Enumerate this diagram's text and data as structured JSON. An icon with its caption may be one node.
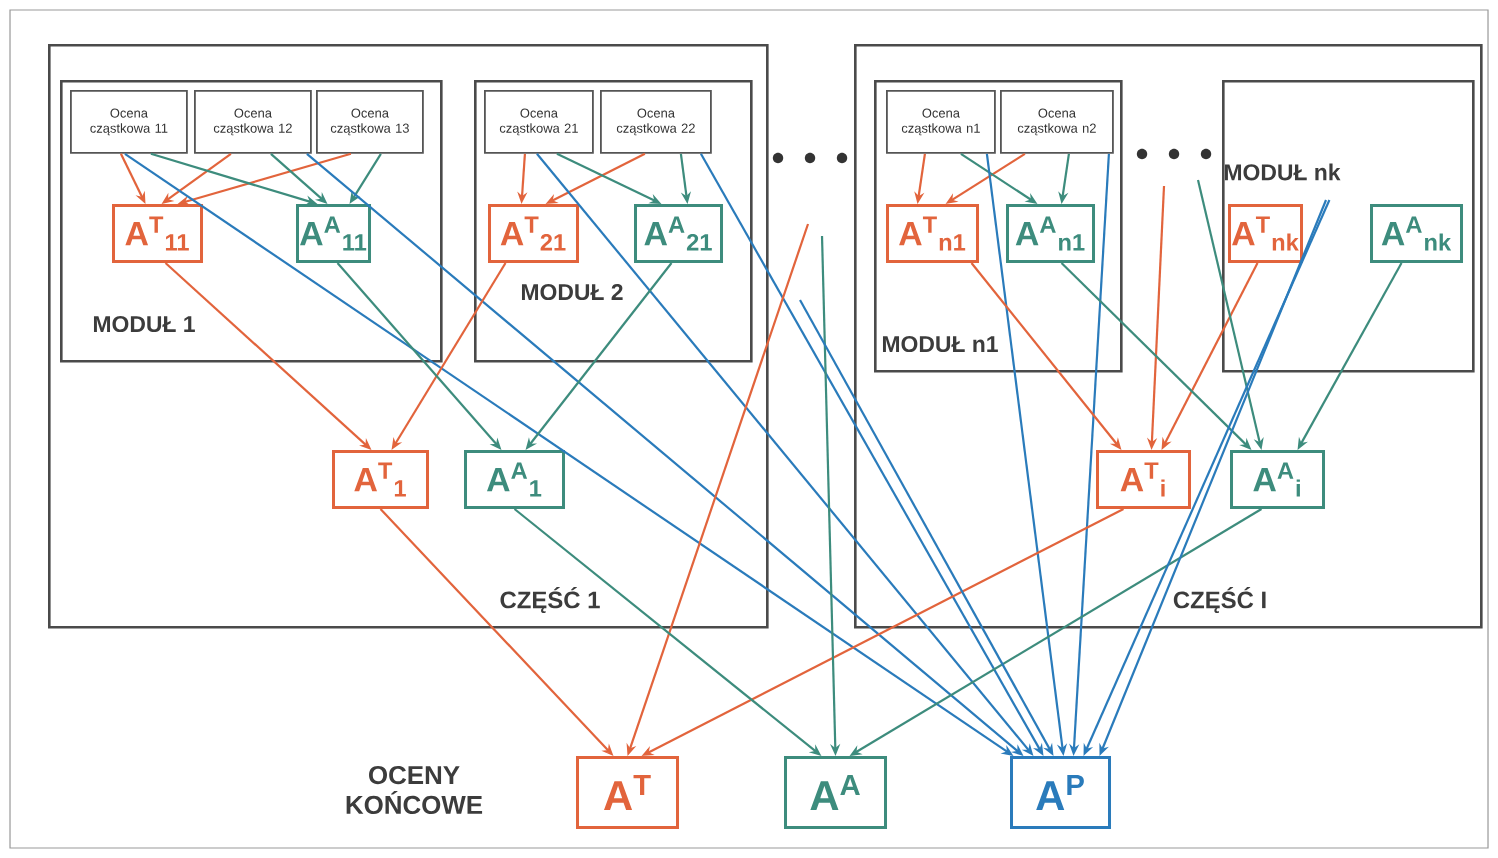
{
  "diagram": {
    "nodes": [
      {
        "text": [
          "CZĘŚĆ 1"
        ]
      },
      {
        "text": [
          "MODUŁ 1"
        ],
        "in": 0
      },
      {
        "text": [
          "Ocena cząstkowa 11"
        ],
        "in": 1
      },
      {
        "text": [
          "Ocena cząstkowa 12"
        ],
        "in": 1
      },
      {
        "text": [
          "Ocena cząstkowa 13"
        ],
        "in": 1
      },
      {
        "text": [
          "A$^{T}$$_{11}$"
        ],
        "in": 1
      },
      {
        "text": [
          "A$^{A}$$_{11}$"
        ],
        "in": 1
      },
      {
        "text": [
          "MODUŁ 2"
        ],
        "in": 0
      },
      {
        "text": [
          "Ocena cząstkowa 21"
        ],
        "in": 7
      },
      {
        "text": [
          "Ocena cząstkowa 22"
        ],
        "in": 7
      },
      {
        "text": [
          "A$^{T}$$_{21}$"
        ],
        "in": 7
      },
      {
        "text": [
          "A$^{A}$$_{21}$"
        ],
        "in": 7
      },
      {
        "text": [
          "A$^{T}$$_{1}$"
        ],
        "in": 0
      },
      {
        "text": [
          "A$^{A}$$_{1}$"
        ],
        "in": 0
      },
      {
        "text": [
          "CZĘŚĆ I"
        ]
      },
      {
        "text": [
          "MODUŁ n1"
        ],
        "in": 14
      },
      {
        "text": [
          "Ocena cząstkowa n1"
        ],
        "in": 15
      },
      {
        "text": [
          "Ocena cząstkowa n2"
        ],
        "in": 15
      },
      {
        "text": [
          "A$^{T}$$_{n1}$"
        ],
        "in": 15
      },
      {
        "text": [
          "A$^{A}$$_{n1}$"
        ],
        "in": 15
      },
      {
        "text": [
          "MODUŁ nk"
        ],
        "in": 14
      },
      {
        "text": [
          "A$^{T}$$_{nk}$"
        ],
        "in": 20
      },
      {
        "text": [
          "A$^{A}$$_{nk}$"
        ],
        "in": 20
      },
      {
        "text": [
          "A$^{T}$$_{i}$"
        ],
        "in": 14
      },
      {
        "text": [
          "A$^{A}$$_{i}$"
        ],
        "in": 14
      },
      {
        "text": [
          "A$^{T}$"
        ]
      },
      {
        "text": [
          "A$^{A}$"
        ]
      },
      {
        "text": [
          "A$^{P}$"
        ]
      }
    ],
    "edges": [
      {
        "from": 2,
        "to": 5,
        "arrow": "to",
        "color": "#e2643c"
      },
      {
        "from": 3,
        "to": 5,
        "arrow": "to",
        "color": "#e2643c"
      },
      {
        "from": 4,
        "to": 5,
        "arrow": "to",
        "color": "#e2643c"
      },
      {
        "from": 2,
        "to": 6,
        "arrow": "to",
        "color": "#3d8c7d"
      },
      {
        "from": 3,
        "to": 6,
        "arrow": "to",
        "color": "#3d8c7d"
      },
      {
        "from": 4,
        "to": 6,
        "arrow": "to",
        "color": "#3d8c7d"
      },
      {
        "from": 2,
        "to": 27,
        "arrow": "to",
        "color": "#2a7bbb"
      },
      {
        "from": 3,
        "to": 27,
        "arrow": "to",
        "color": "#2a7bbb"
      },
      {
        "from": 8,
        "to": 10,
        "arrow": "to",
        "color": "#e2643c"
      },
      {
        "from": 9,
        "to": 10,
        "arrow": "to",
        "color": "#e2643c"
      },
      {
        "from": 8,
        "to": 11,
        "arrow": "to",
        "color": "#3d8c7d"
      },
      {
        "from": 9,
        "to": 11,
        "arrow": "to",
        "color": "#3d8c7d"
      },
      {
        "from": 8,
        "to": 27,
        "arrow": "to",
        "color": "#2a7bbb"
      },
      {
        "from": 9,
        "to": 27,
        "arrow": "to",
        "color": "#2a7bbb"
      },
      {
        "from": 5,
        "to": 12,
        "arrow": "to",
        "color": "#e2643c"
      },
      {
        "from": 10,
        "to": 12,
        "arrow": "to",
        "color": "#e2643c"
      },
      {
        "from": 6,
        "to": 13,
        "arrow": "to",
        "color": "#3d8c7d"
      },
      {
        "from": 11,
        "to": 13,
        "arrow": "to",
        "color": "#3d8c7d"
      },
      {
        "from": 16,
        "to": 18,
        "arrow": "to",
        "color": "#e2643c"
      },
      {
        "from": 17,
        "to": 18,
        "arrow": "to",
        "color": "#e2643c"
      },
      {
        "from": 16,
        "to": 19,
        "arrow": "to",
        "color": "#3d8c7d"
      },
      {
        "from": 17,
        "to": 19,
        "arrow": "to",
        "color": "#3d8c7d"
      },
      {
        "from": 16,
        "to": 27,
        "arrow": "to",
        "color": "#2a7bbb"
      },
      {
        "from": 17,
        "to": 27,
        "arrow": "to",
        "color": "#2a7bbb"
      },
      {
        "from": 18,
        "to": 23,
        "arrow": "to",
        "color": "#e2643c"
      },
      {
        "from": 21,
        "to": 23,
        "arrow": "to",
        "color": "#e2643c"
      },
      {
        "from": null,
        "to": 23,
        "arrow": "to",
        "color": "#e2643c"
      },
      {
        "from": 19,
        "to": 24,
        "arrow": "to",
        "color": "#3d8c7d"
      },
      {
        "from": 22,
        "to": 24,
        "arrow": "to",
        "color": "#3d8c7d"
      },
      {
        "from": null,
        "to": 24,
        "arrow": "to",
        "color": "#3d8c7d"
      },
      {
        "from": 12,
        "to": 25,
        "arrow": "to",
        "color": "#e2643c"
      },
      {
        "from": null,
        "to": 25,
        "arrow": "to",
        "color": "#e2643c"
      },
      {
        "from": 23,
        "to": 25,
        "arrow": "to",
        "color": "#e2643c"
      },
      {
        "from": 13,
        "to": 26,
        "arrow": "to",
        "color": "#3d8c7d"
      },
      {
        "from": null,
        "to": 26,
        "arrow": "to",
        "color": "#3d8c7d"
      },
      {
        "from": 24,
        "to": 26,
        "arrow": "to",
        "color": "#3d8c7d"
      },
      {
        "from": null,
        "to": 27,
        "arrow": "to",
        "color": "#2a7bbb"
      },
      {
        "from": null,
        "to": 27,
        "arrow": "to",
        "color": "#2a7bbb"
      },
      {
        "from": null,
        "to": 27,
        "arrow": "to",
        "color": "#2a7bbb"
      }
    ],
    "labels": [
      "OCENY KOŃCOWE"
    ]
  }
}
